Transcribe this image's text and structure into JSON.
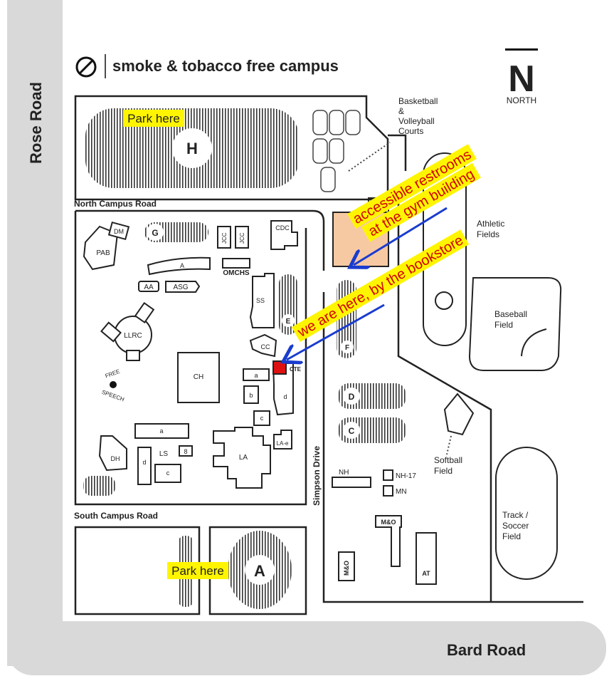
{
  "header": {
    "title": "smoke & tobacco free campus",
    "north_label": "NORTH",
    "north_letter": "N"
  },
  "roads": {
    "rose": "Rose Road",
    "bard": "Bard Road",
    "north_campus": "North Campus Road",
    "south_campus": "South Campus Road",
    "simpson": "Simpson Drive"
  },
  "parking": {
    "lot_h": "H",
    "lot_a": "A",
    "park_label_1": "Park here",
    "park_label_2": "Park here"
  },
  "buildings": {
    "dm": "DM",
    "pab": "PAB",
    "g": "G",
    "a_north": "A",
    "jcc1": "JCC",
    "jcc2": "JCC",
    "cdc": "CDC",
    "omchs": "OMCHS",
    "aa": "AA",
    "asg": "ASG",
    "ss": "SS",
    "e": "E",
    "llrc": "LLRC",
    "cc": "CC",
    "f": "F",
    "ch": "CH",
    "a_small": "a",
    "cte": "CTE",
    "b": "b",
    "d_small": "d",
    "c_small": "c",
    "d_lot": "D",
    "c_lot": "C",
    "a_ls": "a",
    "ls": "LS",
    "eight": "8",
    "dh": "DH",
    "d_ls": "d",
    "c_ls": "c",
    "la": "LA",
    "lae": "LA-e",
    "nh": "NH",
    "nh17": "NH-17",
    "mn": "MN",
    "mo": "M&O",
    "mo2": "M&O",
    "at": "AT"
  },
  "free_speech": {
    "line1": "FREE",
    "line2": "SPEECH"
  },
  "fields": {
    "courts_1": "Basketball",
    "courts_2": "&",
    "courts_3": "Volleyball",
    "courts_4": "Courts",
    "athletic_1": "Athletic",
    "athletic_2": "Fields",
    "baseball_1": "Baseball",
    "baseball_2": "Field",
    "softball_1": "Softball",
    "softball_2": "Field",
    "track_1": "Track /",
    "track_2": "Soccer",
    "track_3": "Field"
  },
  "annotations": {
    "restrooms_1": "accessible restrooms",
    "restrooms_2": "at the gym building",
    "here": "we are here, by the bookstore"
  },
  "colors": {
    "gym_highlight": "#f7c9a3",
    "you_are_here": "#e01010",
    "arrow": "#1a3ccf",
    "annotation_text": "#d10000",
    "tag_yellow": "#fff500",
    "road_gray": "#d9d9d9"
  }
}
